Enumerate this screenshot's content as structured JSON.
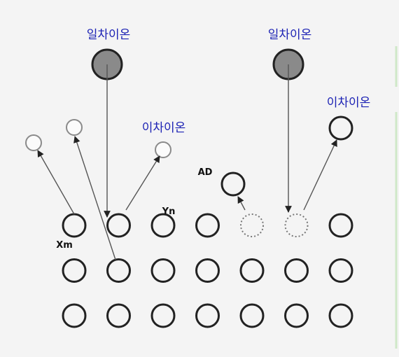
{
  "labels": {
    "primary_ion_left": "일차이온",
    "primary_ion_right": "일차이온",
    "secondary_ion_left": "이차이온",
    "secondary_ion_right": "이차이온",
    "ad": "AD",
    "yn": "Yn",
    "xm": "Xm"
  },
  "lattice": {
    "rows": 3,
    "columns": 7,
    "vacancies": [
      [
        0,
        4
      ],
      [
        0,
        5
      ]
    ]
  },
  "colors": {
    "label_blue": "#1c22b4",
    "primary_ion_fill": "#8a8a8a",
    "atom_stroke": "#222222",
    "background": "#f4f4f4"
  }
}
